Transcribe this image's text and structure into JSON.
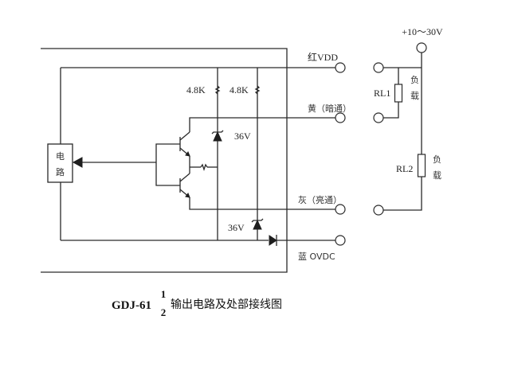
{
  "diagram": {
    "title": {
      "model": "GDJ-61",
      "fraction_numerator": "1",
      "fraction_denominator": "2",
      "caption": "输出电路及处部接线图"
    },
    "circuit_block": {
      "label_line1": "电",
      "label_line2": "路"
    },
    "resistors": {
      "pullup_left": "4.8K",
      "pullup_right": "4.8K"
    },
    "zener_diodes": {
      "upper": "36V",
      "lower": "36V"
    },
    "terminals": {
      "vdd": "红VDD",
      "yellow": "黄（暗通）",
      "gray": "灰（亮通）",
      "blue": "蓝  OVDC"
    },
    "external": {
      "supply": "+10～30V",
      "rl1_name": "RL1",
      "rl1_note_1": "负",
      "rl1_note_2": "载",
      "rl2_name": "RL2",
      "rl2_note_1": "负",
      "rl2_note_2": "载"
    }
  }
}
